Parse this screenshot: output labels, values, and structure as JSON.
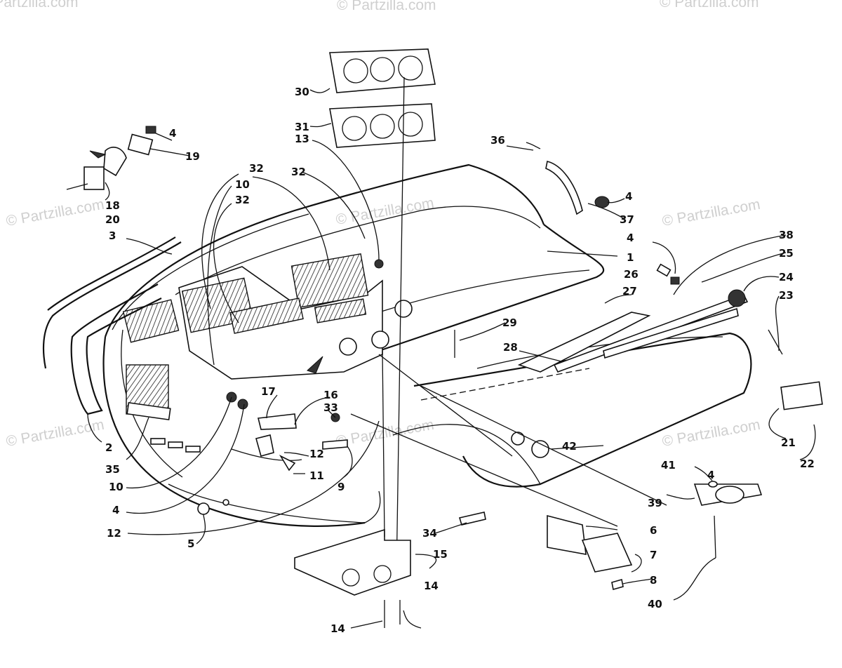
{
  "watermarks": [
    "© Partzilla.com",
    "© Partzilla.com",
    "© Partzilla.com",
    "© Partzilla.com",
    "© Partzilla.com",
    "© Partzilla.com",
    "© Partzilla.com",
    "© Partzilla.com",
    "© Partzilla.com"
  ],
  "callouts": [
    "1",
    "2",
    "3",
    "4",
    "4",
    "4",
    "4",
    "4",
    "5",
    "6",
    "7",
    "8",
    "9",
    "10",
    "10",
    "11",
    "12",
    "12",
    "13",
    "14",
    "14",
    "15",
    "16",
    "17",
    "18",
    "19",
    "20",
    "21",
    "22",
    "23",
    "24",
    "25",
    "26",
    "27",
    "28",
    "29",
    "30",
    "31",
    "32",
    "32",
    "32",
    "33",
    "34",
    "35",
    "36",
    "37",
    "38",
    "39",
    "40",
    "41",
    "42"
  ]
}
